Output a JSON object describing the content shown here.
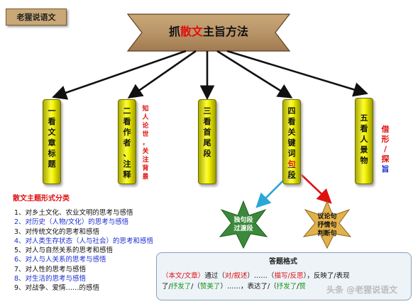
{
  "tag": "老猩说语文",
  "title": {
    "prefix": "抓",
    "highlight": "散文",
    "suffix": "主旨方法"
  },
  "pillars": [
    {
      "chars": [
        "一",
        "看",
        "文",
        "章",
        "标",
        "题"
      ]
    },
    {
      "chars": [
        "二",
        "看",
        "作",
        "者",
        "、",
        "注",
        "释"
      ]
    },
    {
      "chars": [
        "三",
        "看",
        "首",
        "尾",
        "段"
      ]
    },
    {
      "chars": [
        "四",
        "看",
        "关",
        "键",
        "词",
        "句",
        "段"
      ]
    },
    {
      "chars": [
        "五",
        "看",
        "人",
        "景",
        "物"
      ]
    }
  ],
  "note_author": [
    "知",
    "人",
    "论",
    "世",
    "，",
    "关",
    "注",
    "背",
    "景"
  ],
  "note_things": [
    {
      "text": "借",
      "color": "red"
    },
    {
      "text": "形",
      "color": "red"
    },
    {
      "text": "/",
      "color": "red"
    },
    {
      "text": "探",
      "color": "red"
    },
    {
      "text": "旨",
      "color": "blue"
    }
  ],
  "stars": {
    "left": [
      "独句段",
      "过渡段"
    ],
    "right": [
      "议论句",
      "抒情句",
      "判断句"
    ]
  },
  "classification": {
    "title": "散文主题形式分类",
    "items": [
      {
        "text": "1、对乡土文化、农业文明的思考与感悟",
        "color": "black"
      },
      {
        "text": "2、对历史（人物/文化）的思考与感悟",
        "color": "blue"
      },
      {
        "text": "3、对传统文化的思考和感悟",
        "color": "black"
      },
      {
        "text": "4、对人类生存状态（人与社会）的思考和感悟",
        "color": "blue"
      },
      {
        "text": "5、对人与自然关系的思考和感悟",
        "color": "black"
      },
      {
        "text": "6、对人与人关系的思考与感悟",
        "color": "blue"
      },
      {
        "text": "7、对人性的思考与感悟",
        "color": "black"
      },
      {
        "text": "8、对生活的思考与感悟",
        "color": "blue"
      },
      {
        "text": "9、对战争、爱情……的感悟",
        "color": "black"
      }
    ]
  },
  "answer_format": {
    "title": "答题格式",
    "line1": [
      {
        "text": "（本文/文章）",
        "color": "red"
      },
      {
        "text": "通过（",
        "color": "black"
      },
      {
        "text": "对/叙述",
        "color": "red"
      },
      {
        "text": "）……（",
        "color": "black"
      },
      {
        "text": "描写/反思",
        "color": "red"
      },
      {
        "text": "），反映了/表现",
        "color": "black"
      }
    ],
    "line2": [
      {
        "text": "了/",
        "color": "black"
      },
      {
        "text": "抒发了",
        "color": "green"
      },
      {
        "text": "/（",
        "color": "black"
      },
      {
        "text": "赞美了",
        "color": "green"
      },
      {
        "text": "）……，表达了/（",
        "color": "black"
      },
      {
        "text": "抒发了",
        "color": "green"
      },
      {
        "text": "/",
        "color": "black"
      },
      {
        "text": "赞",
        "color": "green"
      }
    ]
  },
  "watermark": "头条 @老猩说语文",
  "colors": {
    "red": "#e01010",
    "blue": "#1b2fd0",
    "green": "#1a9a1a",
    "pillar": "#f1f100",
    "star": "#2e7d2e",
    "star_right": "#e2b24a"
  }
}
